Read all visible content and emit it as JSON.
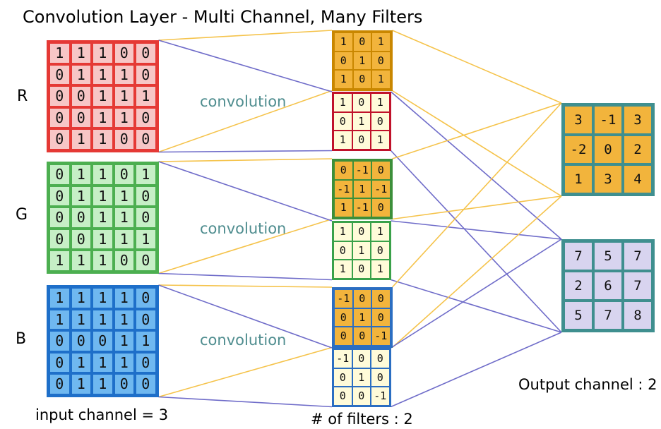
{
  "title": "Convolution Layer - Multi Channel, Many Filters",
  "labels": {
    "r": "R",
    "g": "G",
    "b": "B",
    "convolution": "convolution",
    "input_caption": "input channel = 3",
    "filters_caption": "# of filters : 2",
    "output_caption": "Output channel : 2"
  },
  "colors": {
    "red_border": "#e53935",
    "red_fill": "#f7c6c6",
    "green_border": "#4caf50",
    "green_fill": "#c6efc6",
    "blue_border": "#1e6fc9",
    "blue_fill": "#6fb8f0",
    "filter1_fill": "#f2b43c",
    "filter1_border": "#c98700",
    "filter2_fill": "#fffbd9",
    "filter2_border": "#c0122b",
    "output_fill_1": "#f2b43c",
    "output_fill_2": "#d8d4ef",
    "output_border": "#3f8f8f",
    "wire_yellow": "#f5c34b",
    "wire_purple": "#6f6cc9",
    "conv_text": "#4f8d8f"
  },
  "inputs": [
    {
      "channel": "R",
      "rows": [
        [
          "1",
          "1",
          "1",
          "0",
          "0"
        ],
        [
          "0",
          "1",
          "1",
          "1",
          "0"
        ],
        [
          "0",
          "0",
          "1",
          "1",
          "1"
        ],
        [
          "0",
          "0",
          "1",
          "1",
          "0"
        ],
        [
          "0",
          "1",
          "1",
          "0",
          "0"
        ]
      ]
    },
    {
      "channel": "G",
      "rows": [
        [
          "0",
          "1",
          "1",
          "0",
          "1"
        ],
        [
          "0",
          "1",
          "1",
          "1",
          "0"
        ],
        [
          "0",
          "0",
          "1",
          "1",
          "0"
        ],
        [
          "0",
          "0",
          "1",
          "1",
          "1"
        ],
        [
          "1",
          "1",
          "1",
          "0",
          "0"
        ]
      ]
    },
    {
      "channel": "B",
      "rows": [
        [
          "1",
          "1",
          "1",
          "1",
          "0"
        ],
        [
          "1",
          "1",
          "1",
          "1",
          "0"
        ],
        [
          "0",
          "0",
          "0",
          "1",
          "1"
        ],
        [
          "0",
          "1",
          "1",
          "1",
          "0"
        ],
        [
          "0",
          "1",
          "1",
          "0",
          "0"
        ]
      ]
    }
  ],
  "filters": [
    {
      "filter": 1,
      "channel": "R",
      "rows": [
        [
          "1",
          "0",
          "1"
        ],
        [
          "0",
          "1",
          "0"
        ],
        [
          "1",
          "0",
          "1"
        ]
      ]
    },
    {
      "filter": 2,
      "channel": "R",
      "rows": [
        [
          "1",
          "0",
          "1"
        ],
        [
          "0",
          "1",
          "0"
        ],
        [
          "1",
          "0",
          "1"
        ]
      ]
    },
    {
      "filter": 1,
      "channel": "G",
      "rows": [
        [
          "0",
          "-1",
          "0"
        ],
        [
          "-1",
          "1",
          "-1"
        ],
        [
          "1",
          "-1",
          "0"
        ]
      ]
    },
    {
      "filter": 2,
      "channel": "G",
      "rows": [
        [
          "1",
          "0",
          "1"
        ],
        [
          "0",
          "1",
          "0"
        ],
        [
          "1",
          "0",
          "1"
        ]
      ]
    },
    {
      "filter": 1,
      "channel": "B",
      "rows": [
        [
          "-1",
          "0",
          "0"
        ],
        [
          "0",
          "1",
          "0"
        ],
        [
          "0",
          "0",
          "-1"
        ]
      ]
    },
    {
      "filter": 2,
      "channel": "B",
      "rows": [
        [
          "-1",
          "0",
          "0"
        ],
        [
          "0",
          "1",
          "0"
        ],
        [
          "0",
          "0",
          "-1"
        ]
      ]
    }
  ],
  "outputs": [
    {
      "output": 1,
      "rows": [
        [
          "3",
          "-1",
          "3"
        ],
        [
          "-2",
          "0",
          "2"
        ],
        [
          "1",
          "3",
          "4"
        ]
      ]
    },
    {
      "output": 2,
      "rows": [
        [
          "7",
          "5",
          "7"
        ],
        [
          "2",
          "6",
          "7"
        ],
        [
          "5",
          "7",
          "8"
        ]
      ]
    }
  ]
}
